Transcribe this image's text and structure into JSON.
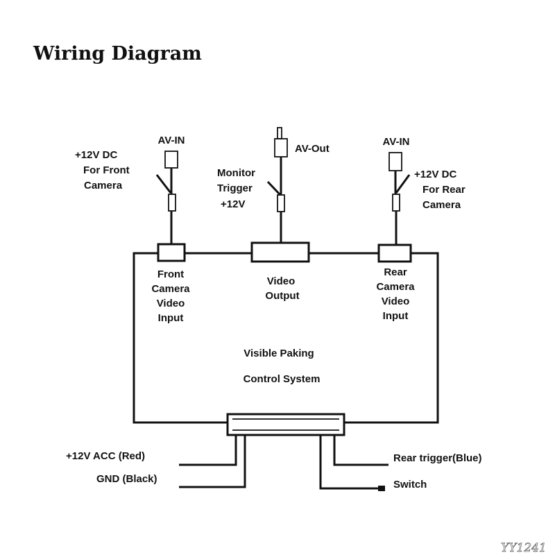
{
  "title": "Wiring Diagram",
  "front": {
    "av_in": "AV-IN",
    "power": [
      "+12V DC",
      "For Front",
      "Camera"
    ],
    "input": [
      "Front",
      "Camera",
      "Video",
      "Input"
    ]
  },
  "center": {
    "av_out": "AV-Out",
    "trigger": [
      "Monitor",
      "Trigger",
      "+12V"
    ],
    "output": [
      "Video",
      "Output"
    ]
  },
  "rear": {
    "av_in": "AV-IN",
    "power": [
      "+12V DC",
      "For Rear",
      "Camera"
    ],
    "input": [
      "Rear",
      "Camera",
      "Video",
      "Input"
    ]
  },
  "system": [
    "Visible Paking",
    "Control System"
  ],
  "wires": {
    "acc": "+12V ACC (Red)",
    "gnd": "GND  (Black)",
    "rear_trigger": "Rear trigger(Blue)",
    "switch": "Switch"
  },
  "watermark": "YY1241"
}
